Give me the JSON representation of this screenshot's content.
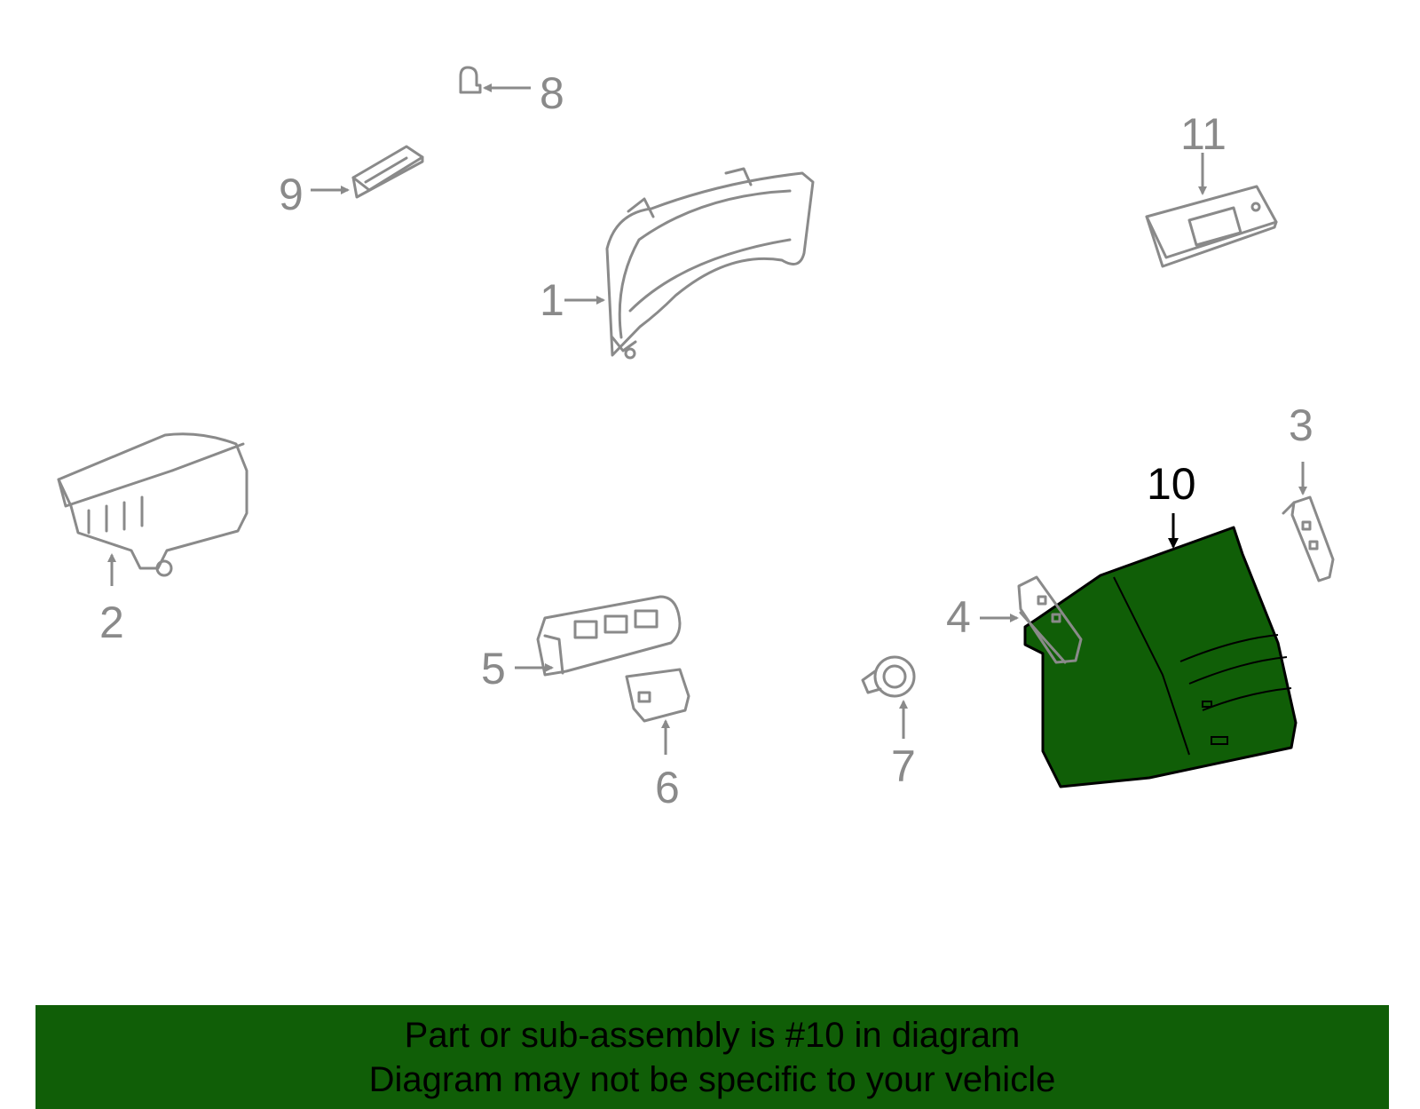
{
  "colors": {
    "highlight": "#105e07",
    "part_stroke": "#8a8a8a",
    "highlight_label": "#000000"
  },
  "callouts": [
    {
      "id": "1",
      "label": "1"
    },
    {
      "id": "2",
      "label": "2"
    },
    {
      "id": "3",
      "label": "3"
    },
    {
      "id": "4",
      "label": "4"
    },
    {
      "id": "5",
      "label": "5"
    },
    {
      "id": "6",
      "label": "6"
    },
    {
      "id": "7",
      "label": "7"
    },
    {
      "id": "8",
      "label": "8"
    },
    {
      "id": "9",
      "label": "9"
    },
    {
      "id": "10",
      "label": "10",
      "highlighted": true
    },
    {
      "id": "11",
      "label": "11"
    }
  ],
  "banner": {
    "line1": "Part or sub-assembly is #10 in diagram",
    "line2": "Diagram may not be specific to your vehicle"
  }
}
